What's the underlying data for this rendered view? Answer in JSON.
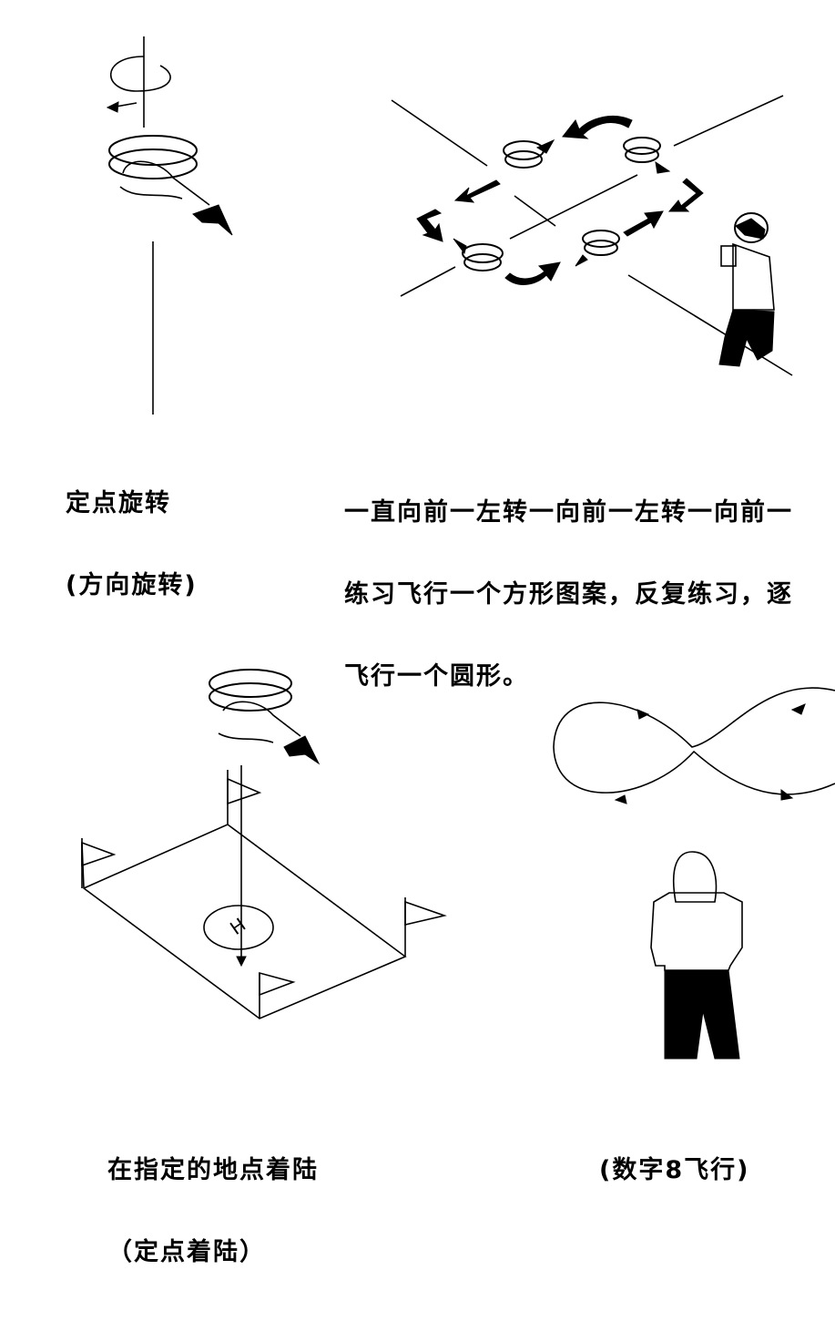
{
  "captions": {
    "hover_rotate": {
      "line1": "定点旋转",
      "line2": "(方向旋转)"
    },
    "square_flight": {
      "line1": "一直向前一左转一向前一左转一向前一",
      "line2": "练习飞行一个方形图案，反复练习，逐",
      "line3": "飞行一个圆形。"
    },
    "spot_landing": {
      "line1": "在指定的地点着陆",
      "line2": "（定点着陆）"
    },
    "figure_eight": {
      "line1": "(数字8飞行)"
    }
  },
  "landing_pad_letter": "H",
  "icons": [
    "rotation-arrow-icon",
    "helicopter-icon",
    "flight-arrow-icon",
    "flag-icon",
    "pilot-figure-icon"
  ]
}
